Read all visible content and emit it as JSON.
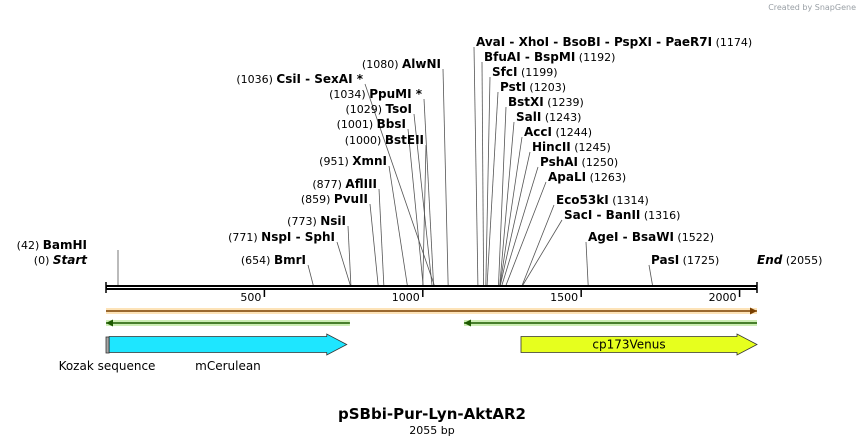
{
  "credit": {
    "created_by": "Created by",
    "brand": "SnapGene"
  },
  "plasmid": {
    "name": "pSBbi-Pur-Lyn-AktAR2",
    "size_label": "2055 bp",
    "length": 2055
  },
  "axis": {
    "ticks": [
      500,
      1000,
      1500,
      2000
    ]
  },
  "sites": [
    {
      "names": [
        "BamHI"
      ],
      "pos_label": "(42)",
      "bp": 42,
      "side": "left",
      "row": 0
    },
    {
      "names": [
        "Start"
      ],
      "pos_label": "(0)",
      "bp": 0,
      "side": "left",
      "row": 1,
      "italic": true,
      "no_line": true
    },
    {
      "names": [
        "NspI",
        "SphI"
      ],
      "pos_label": "(771)",
      "bp": 771,
      "side": "left",
      "row": 2
    },
    {
      "names": [
        "NsiI"
      ],
      "pos_label": "(773)",
      "bp": 773,
      "side": "left",
      "row": 3
    },
    {
      "names": [
        "BmrI"
      ],
      "pos_label": "(654)",
      "bp": 654,
      "side": "left",
      "row": 4
    },
    {
      "names": [
        "PvuII"
      ],
      "pos_label": "(859)",
      "bp": 859,
      "side": "left",
      "row": 5
    },
    {
      "names": [
        "AflIII"
      ],
      "pos_label": "(877)",
      "bp": 877,
      "side": "left",
      "row": 6
    },
    {
      "names": [
        "XmnI"
      ],
      "pos_label": "(951)",
      "bp": 951,
      "side": "left",
      "row": 7
    },
    {
      "names": [
        "BstEII"
      ],
      "pos_label": "(1000)",
      "bp": 1000,
      "side": "left",
      "row": 8
    },
    {
      "names": [
        "BbsI"
      ],
      "pos_label": "(1001)",
      "bp": 1001,
      "side": "left",
      "row": 9
    },
    {
      "names": [
        "TsoI"
      ],
      "pos_label": "(1029)",
      "bp": 1029,
      "side": "left",
      "row": 10
    },
    {
      "names": [
        "PpuMI *"
      ],
      "pos_label": "(1034)",
      "bp": 1034,
      "side": "left",
      "row": 11
    },
    {
      "names": [
        "CsiI",
        "SexAI *"
      ],
      "pos_label": "(1036)",
      "bp": 1036,
      "side": "left",
      "row": 12
    },
    {
      "names": [
        "AlwNI"
      ],
      "pos_label": "(1080)",
      "bp": 1080,
      "side": "left",
      "row": 13
    },
    {
      "names": [
        "AvaI",
        "XhoI",
        "BsoBI",
        "PspXI",
        "PaeR7I"
      ],
      "pos_label": "(1174)",
      "bp": 1174,
      "side": "right",
      "row": 0
    },
    {
      "names": [
        "BfuAI",
        "BspMI"
      ],
      "pos_label": "(1192)",
      "bp": 1192,
      "side": "right",
      "row": 1
    },
    {
      "names": [
        "SfcI"
      ],
      "pos_label": "(1199)",
      "bp": 1199,
      "side": "right",
      "row": 2
    },
    {
      "names": [
        "PstI"
      ],
      "pos_label": "(1203)",
      "bp": 1203,
      "side": "right",
      "row": 3
    },
    {
      "names": [
        "BstXI"
      ],
      "pos_label": "(1239)",
      "bp": 1239,
      "side": "right",
      "row": 4
    },
    {
      "names": [
        "SalI"
      ],
      "pos_label": "(1243)",
      "bp": 1243,
      "side": "right",
      "row": 5
    },
    {
      "names": [
        "AccI"
      ],
      "pos_label": "(1244)",
      "bp": 1244,
      "side": "right",
      "row": 6
    },
    {
      "names": [
        "HincII"
      ],
      "pos_label": "(1245)",
      "bp": 1245,
      "side": "right",
      "row": 7
    },
    {
      "names": [
        "PshAI"
      ],
      "pos_label": "(1250)",
      "bp": 1250,
      "side": "right",
      "row": 8
    },
    {
      "names": [
        "ApaLI"
      ],
      "pos_label": "(1263)",
      "bp": 1263,
      "side": "right",
      "row": 9
    },
    {
      "names": [
        "Eco53kI"
      ],
      "pos_label": "(1314)",
      "bp": 1314,
      "side": "right",
      "row": 10
    },
    {
      "names": [
        "SacI",
        "BanII"
      ],
      "pos_label": "(1316)",
      "bp": 1316,
      "side": "right",
      "row": 11
    },
    {
      "names": [
        "AgeI",
        "BsaWI"
      ],
      "pos_label": "(1522)",
      "bp": 1522,
      "side": "right",
      "row": 12
    },
    {
      "names": [
        "PasI"
      ],
      "pos_label": "(1725)",
      "bp": 1725,
      "side": "right",
      "row": 13
    },
    {
      "names": [
        "End"
      ],
      "pos_label": "(2055)",
      "bp": 2055,
      "side": "right",
      "row": 14,
      "italic": true,
      "no_line": true
    }
  ],
  "features": [
    {
      "name": "Kozak sequence",
      "start": 0,
      "end": 10,
      "color": "#a6a6a6",
      "kind": "box"
    },
    {
      "name": "mCerulean",
      "start": 10,
      "end": 760,
      "color": "#1ee6ff",
      "kind": "arrow"
    },
    {
      "name": "cp173Venus",
      "start": 1310,
      "end": 2055,
      "color": "#e6ff1e",
      "kind": "arrow"
    }
  ],
  "tracks": [
    {
      "name": "orange",
      "start": 0,
      "end": 2055,
      "color": "#f2a23c",
      "direction": "forward"
    },
    {
      "name": "green-left",
      "start": 0,
      "end": 770,
      "color": "#4caf1e",
      "direction": "reverse"
    },
    {
      "name": "green-right",
      "start": 1130,
      "end": 2055,
      "color": "#4caf1e",
      "direction": "reverse"
    }
  ]
}
